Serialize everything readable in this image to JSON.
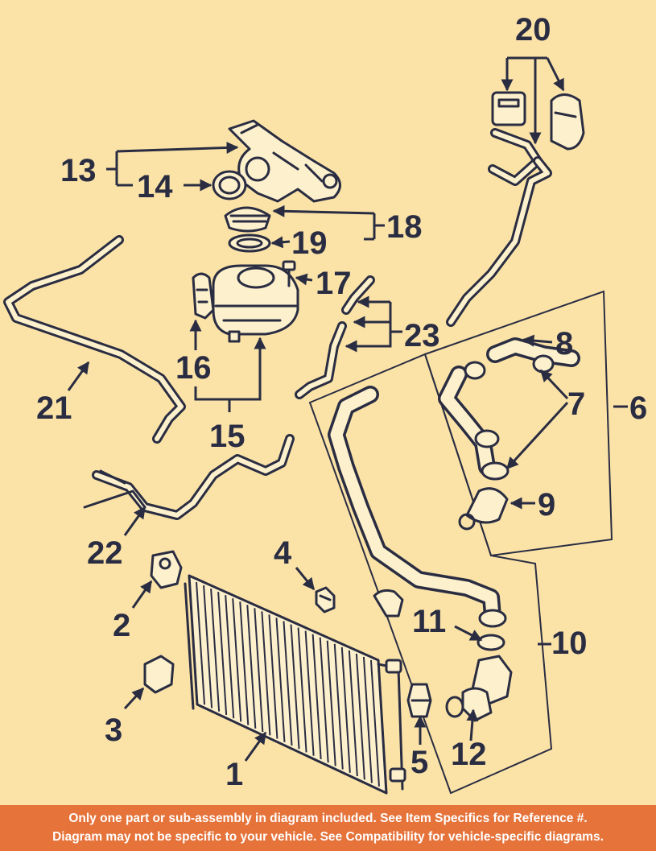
{
  "callouts": {
    "n1": "1",
    "n2": "2",
    "n3": "3",
    "n4": "4",
    "n5": "5",
    "n6": "6",
    "n7": "7",
    "n8": "8",
    "n9": "9",
    "n10": "10",
    "n11": "11",
    "n12": "12",
    "n13": "13",
    "n14": "14",
    "n15": "15",
    "n16": "16",
    "n17": "17",
    "n18": "18",
    "n19": "19",
    "n20": "20",
    "n21": "21",
    "n22": "22",
    "n23": "23"
  },
  "footer": {
    "line1": "Only one part or sub-assembly in diagram included. See Item Specifics for Reference #.",
    "line2": "Diagram may not be specific to your vehicle. See Compatibility for vehicle-specific diagrams."
  },
  "colors": {
    "background": "#fbe3a8",
    "ink": "#2a2d42",
    "footer_bg": "#e5733a",
    "footer_text": "#ffffff"
  }
}
